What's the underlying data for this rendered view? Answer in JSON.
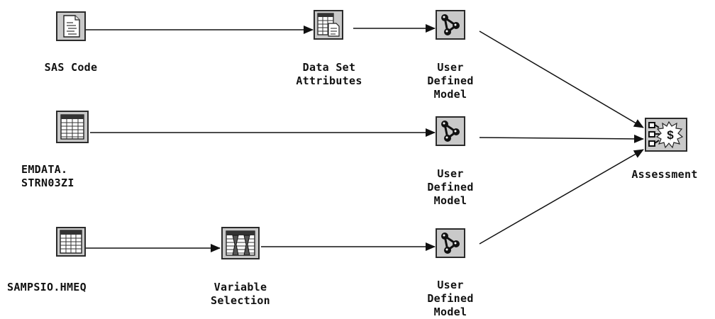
{
  "nodes": {
    "sas_code": {
      "label": "SAS Code",
      "icon": "code-document-icon"
    },
    "data_set_attributes": {
      "label": "Data Set\nAttributes",
      "icon": "data-set-attributes-icon"
    },
    "user_model_1": {
      "label": "User\nDefined\nModel",
      "icon": "network-model-icon"
    },
    "emdata": {
      "label": "EMDATA.\nSTRN03ZI",
      "icon": "data-table-icon"
    },
    "user_model_2": {
      "label": "User\nDefined\nModel",
      "icon": "network-model-icon"
    },
    "sampsio": {
      "label": "SAMPSIO.HMEQ",
      "icon": "data-table-icon"
    },
    "variable_selection": {
      "label": "Variable\nSelection",
      "icon": "variable-selection-icon"
    },
    "user_model_3": {
      "label": "User\nDefined\nModel",
      "icon": "network-model-icon"
    },
    "assessment": {
      "label": "Assessment",
      "icon": "assessment-icon"
    }
  },
  "connections": [
    {
      "from": "sas_code",
      "to": "data_set_attributes"
    },
    {
      "from": "data_set_attributes",
      "to": "user_model_1"
    },
    {
      "from": "emdata",
      "to": "user_model_2"
    },
    {
      "from": "sampsio",
      "to": "variable_selection"
    },
    {
      "from": "variable_selection",
      "to": "user_model_3"
    },
    {
      "from": "user_model_1",
      "to": "assessment"
    },
    {
      "from": "user_model_2",
      "to": "assessment"
    },
    {
      "from": "user_model_3",
      "to": "assessment"
    }
  ],
  "colors": {
    "icon_background": "#c9c9c9",
    "node_border": "#2b2b2b",
    "edge": "#111111",
    "text": "#111111"
  }
}
